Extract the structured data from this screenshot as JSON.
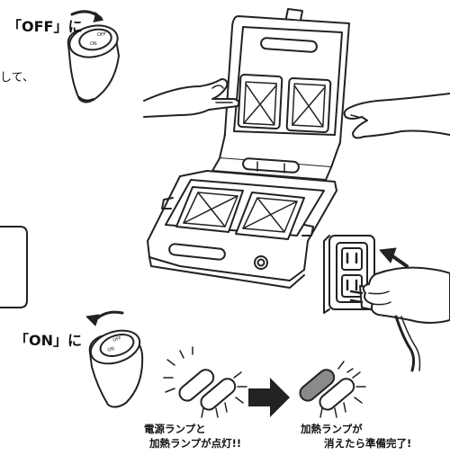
{
  "off_step": {
    "label": "「OFF」に",
    "text_fragment": "して、",
    "knob_marks": [
      "OFF",
      "ON"
    ]
  },
  "on_step": {
    "label": "「ON」に",
    "knob_marks": [
      "OFF",
      "ON"
    ]
  },
  "lamp_captions": {
    "left_line1": "電源ランプと",
    "left_line2": "加熱ランプが点灯!!",
    "right_line1": "加熱ランプが",
    "right_line2": "消えたら準備完了!"
  }
}
